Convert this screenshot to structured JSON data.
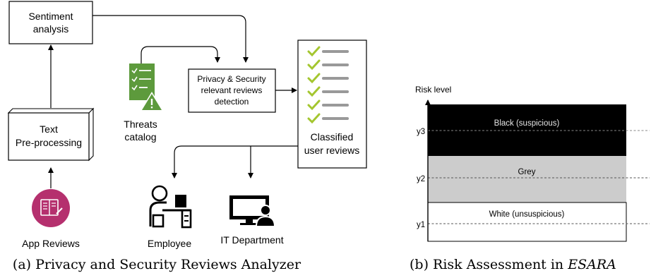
{
  "figure_a": {
    "caption": "(a) Privacy and Security Reviews Analyzer",
    "sentiment_box": {
      "line1": "Sentiment",
      "line2": "analysis"
    },
    "preprocessing_box": {
      "line1": "Text",
      "line2": "Pre-processing"
    },
    "app_reviews_label": "App Reviews",
    "threats_label": {
      "line1": "Threats",
      "line2": "catalog"
    },
    "detection_box": {
      "line1": "Privacy & Security",
      "line2": "relevant reviews",
      "line3": "detection"
    },
    "classified_box": {
      "line1": "Classified",
      "line2": "user reviews"
    },
    "employee_label": "Employee",
    "it_label": "IT Department",
    "icons": [
      "app-reviews-icon",
      "threats-catalog-icon",
      "checklist-icon",
      "employee-icon",
      "it-department-icon"
    ],
    "colors": {
      "app_icon": "#b5306e",
      "threat_icon": "#5d9a3c",
      "check": "#a4c62f",
      "check_line": "#999999"
    }
  },
  "figure_b": {
    "caption_prefix": "(b) Risk Assessment in ",
    "caption_em": "ESARA",
    "y_axis_label": "Risk level",
    "levels": [
      {
        "name": "black",
        "label": "Black (suspicious)",
        "color": "#000000",
        "label_color": "#e6e6e6"
      },
      {
        "name": "grey",
        "label": "Grey",
        "color": "#cccccc",
        "label_color": "#000000"
      },
      {
        "name": "white",
        "label": "White (unsuspicious)",
        "color": "#ffffff",
        "label_color": "#000000"
      }
    ],
    "thresholds": [
      "y3",
      "y2",
      "y1"
    ]
  }
}
